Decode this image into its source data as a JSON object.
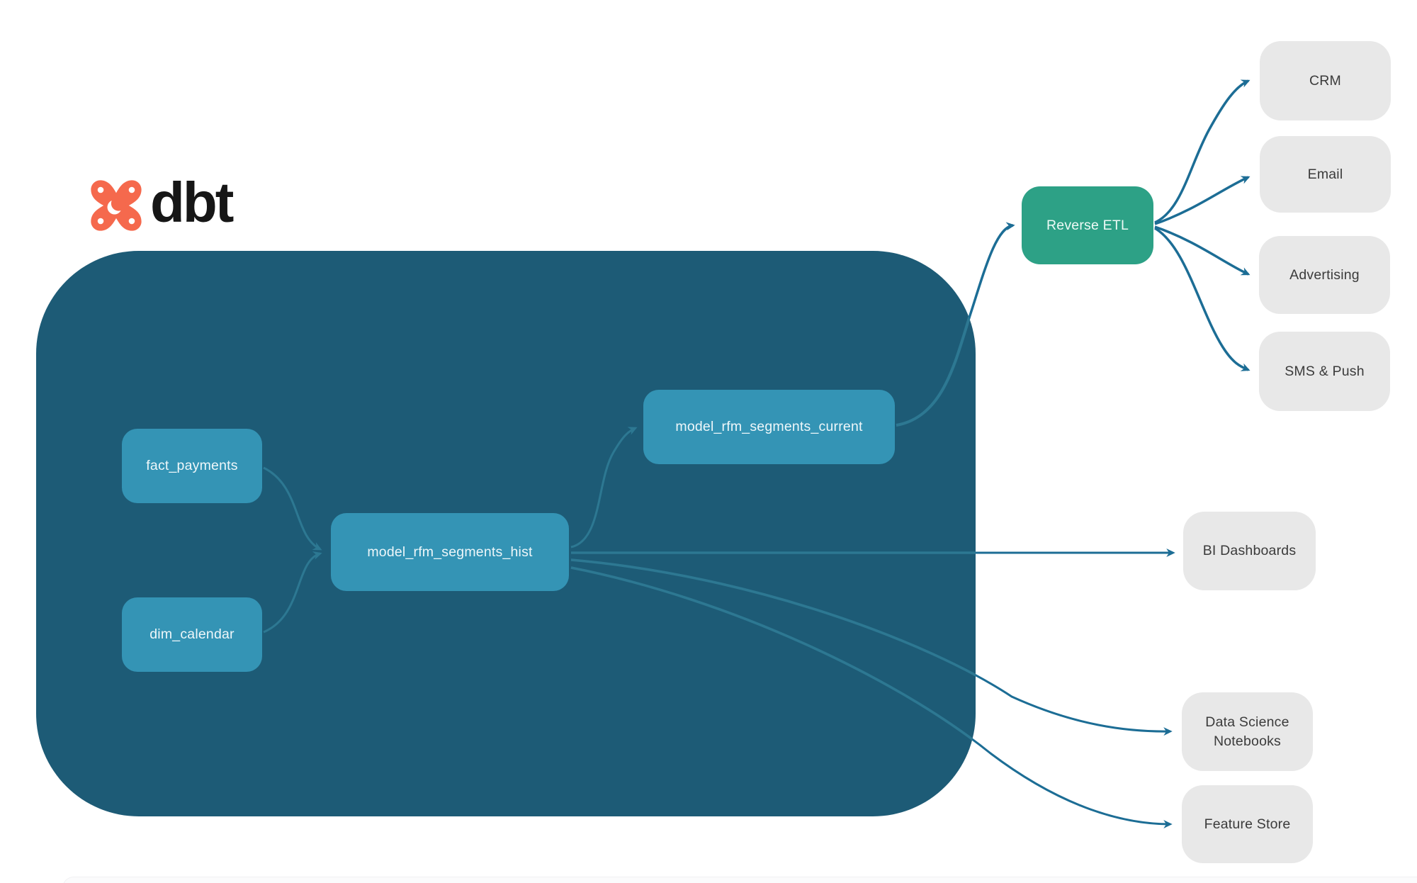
{
  "brand": {
    "name": "dbt"
  },
  "nodes": {
    "fact_payments": {
      "label": "fact_payments",
      "type": "source-model"
    },
    "dim_calendar": {
      "label": "dim_calendar",
      "type": "source-model"
    },
    "model_rfm_segments_hist": {
      "label": "model_rfm_segments_hist",
      "type": "dbt-model"
    },
    "model_rfm_segments_current": {
      "label": "model_rfm_segments_current",
      "type": "dbt-model"
    },
    "reverse_etl": {
      "label": "Reverse ETL",
      "type": "service"
    },
    "crm": {
      "label": "CRM",
      "type": "destination"
    },
    "email": {
      "label": "Email",
      "type": "destination"
    },
    "advertising": {
      "label": "Advertising",
      "type": "destination"
    },
    "sms_push": {
      "label": "SMS & Push",
      "type": "destination"
    },
    "bi_dashboards": {
      "label": "BI Dashboards",
      "type": "destination"
    },
    "ds_notebooks": {
      "label": "Data Science Notebooks",
      "type": "destination"
    },
    "feature_store": {
      "label": "Feature Store",
      "type": "destination"
    }
  },
  "edges": [
    {
      "from": "fact_payments",
      "to": "model_rfm_segments_hist"
    },
    {
      "from": "dim_calendar",
      "to": "model_rfm_segments_hist"
    },
    {
      "from": "model_rfm_segments_hist",
      "to": "model_rfm_segments_current"
    },
    {
      "from": "model_rfm_segments_hist",
      "to": "bi_dashboards"
    },
    {
      "from": "model_rfm_segments_hist",
      "to": "ds_notebooks"
    },
    {
      "from": "model_rfm_segments_hist",
      "to": "feature_store"
    },
    {
      "from": "model_rfm_segments_current",
      "to": "reverse_etl"
    },
    {
      "from": "reverse_etl",
      "to": "crm"
    },
    {
      "from": "reverse_etl",
      "to": "email"
    },
    {
      "from": "reverse_etl",
      "to": "advertising"
    },
    {
      "from": "reverse_etl",
      "to": "sms_push"
    }
  ],
  "colors": {
    "warehouse_bg": "#1d5b76",
    "model_node": "#3494b5",
    "reverse_etl_node": "#2da186",
    "destination_node": "#e8e8e8",
    "connector_inside": "#2d7892",
    "connector_outside": "#1c6d95",
    "dbt_orange": "#f5694d"
  }
}
